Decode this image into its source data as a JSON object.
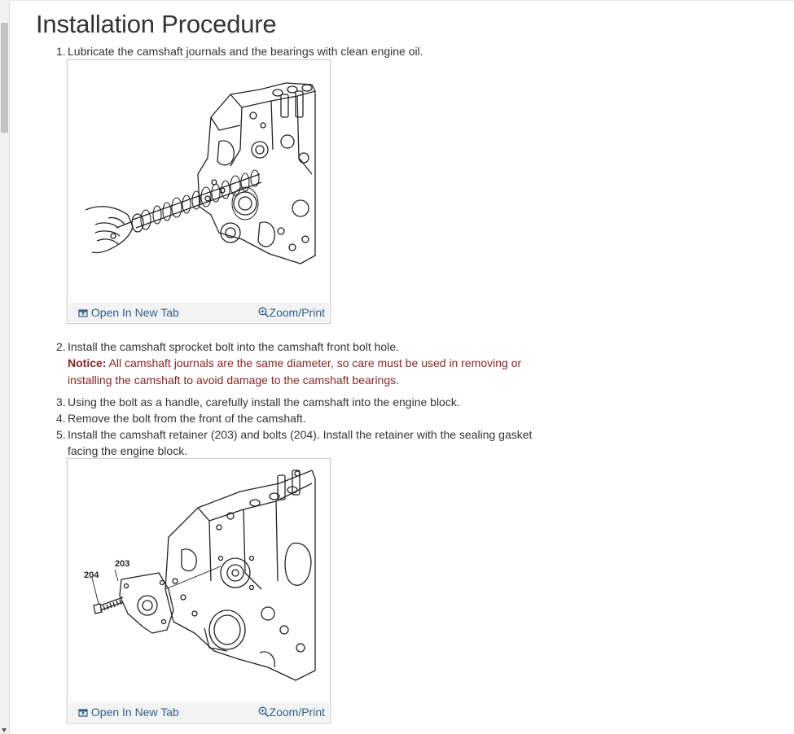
{
  "title": "Installation Procedure",
  "steps": [
    {
      "num": "1.",
      "text": "Lubricate the camshaft journals and the bearings with clean engine oil."
    },
    {
      "num": "2.",
      "text": "Install the camshaft sprocket bolt into the camshaft front bolt hole."
    },
    {
      "num": "3.",
      "text": "Using the bolt as a handle, carefully install the camshaft into the engine block."
    },
    {
      "num": "4.",
      "text": "Remove the bolt from the front of the camshaft."
    },
    {
      "num": "5.",
      "text_line1": "Install the camshaft retainer (203) and bolts (204). Install the retainer with the sealing gasket",
      "text_line2": "facing the engine block."
    }
  ],
  "notice": {
    "label": "Notice:",
    "line1": "All camshaft journals are the same diameter, so care must be used in removing or",
    "line2": "installing the camshaft to avoid damage to the camshaft bearings."
  },
  "figures": [
    {
      "open_label": "Open In New Tab",
      "zoom_label": "Zoom/Print"
    },
    {
      "open_label": "Open In New Tab",
      "zoom_label": "Zoom/Print",
      "callouts": [
        "203",
        "204"
      ]
    }
  ],
  "colors": {
    "notice": "#8b2323",
    "link": "#2e5f8c"
  }
}
